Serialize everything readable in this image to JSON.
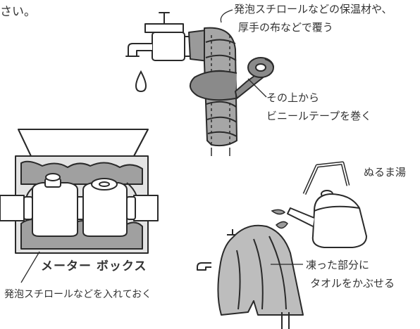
{
  "text": {
    "top_left_fragment": "さい。",
    "insulation_line1": "発泡スチロールなどの保温材や、",
    "insulation_line2": "厚手の布などで覆う",
    "tape_line1": "その上から",
    "tape_line2": "ビニールテープを巻く",
    "warm_water": "ぬるま湯",
    "meter_box": "メーター ボックス",
    "meter_box_note": "発泡スチロールなどを入れておく",
    "towel_line1": "凍った部分に",
    "towel_line2": "タオルをかぶせる"
  },
  "colors": {
    "ink": "#2a2a2a",
    "insulation_gray": "#9a9a9a",
    "fill_light": "#e4e4e4",
    "cloth_gray": "#bdbdbd"
  }
}
